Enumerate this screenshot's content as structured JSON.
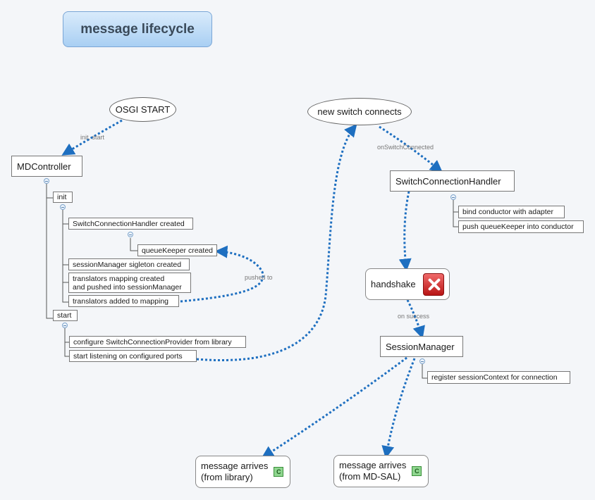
{
  "title": "message lifecycle",
  "nodes": {
    "osgi_start": "OSGI START",
    "new_switch": "new switch connects",
    "md_controller": "MDController",
    "init": "init",
    "sch_created": "SwitchConnectionHandler created",
    "queuekeeper_created": "queueKeeper created",
    "session_manager_singleton": "sessionManager sigleton created",
    "translators_line1": "translators mapping created",
    "translators_line2": "and pushed into sessionManager",
    "translators_added": "translators added to mapping",
    "start": "start",
    "configure_provider": "configure SwitchConnectionProvider from library",
    "start_listening": "start listening on configured ports",
    "switch_connection_handler": "SwitchConnectionHandler",
    "bind_conductor": "bind conductor with adapter",
    "push_queuekeeper": "push queueKeeper into conductor",
    "handshake": "handshake",
    "session_manager": "SessionManager",
    "register_session": "register sessionContext for connection",
    "msg_lib_line1": "message arrives",
    "msg_lib_line2": "(from library)",
    "msg_mdsal_line1": "message arrives",
    "msg_mdsal_line2": "(from MD-SAL)"
  },
  "edge_labels": {
    "init_start": "init, start",
    "on_switch_connected": "onSwitchConnected",
    "pushed_to": "pushed to",
    "on_success": "on success"
  },
  "icons": {
    "handshake_marker": "cancel-x-icon",
    "message_marker": "c-badge-icon",
    "c_badge_text": "C",
    "collapse": "collapse-minus-icon"
  },
  "colors": {
    "link": "#1e6fc0",
    "title_fill": "#a9cff3",
    "c_badge": "#8fd68f",
    "x_badge": "#c82020"
  }
}
